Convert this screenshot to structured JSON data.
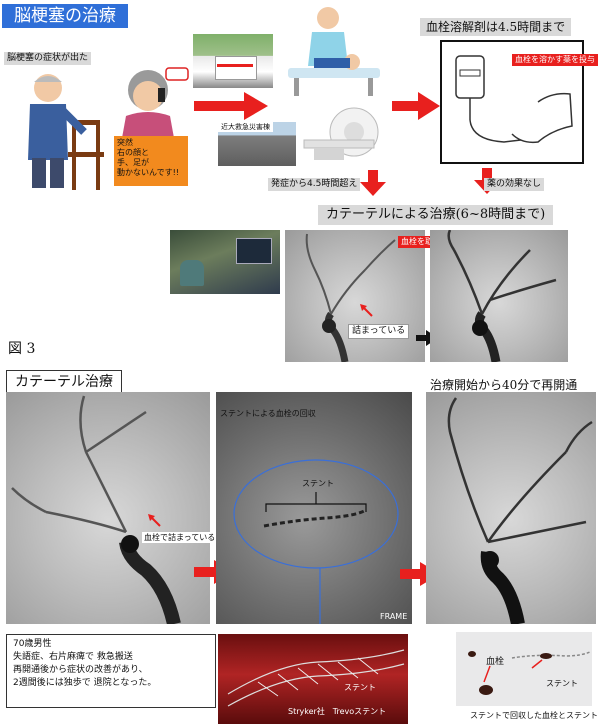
{
  "top": {
    "title": "脳梗塞の治療",
    "symptom_label": "脳梗塞の症状が出た",
    "speech_lines": [
      "突然",
      "右の顔と",
      "手、足が",
      "動かないんです!!"
    ],
    "hospital_label": "近大救急災害棟",
    "tpa_title": "血栓溶解剤は4.5時間まで",
    "tpa_drug_label": "血栓を溶かす薬を投与",
    "onset_label": "発症から4.5時間超え",
    "no_effect_label": "薬の効果なし",
    "catheter_title": "カテーテルによる治療(6~8時間まで)",
    "remove_label": "血栓を取り除く",
    "clogged_label": "詰まっている"
  },
  "figure_label": "図 3",
  "bottom": {
    "section_title": "カテーテル治療",
    "reopen_title": "治療開始から40分で再開通",
    "clot_label": "血栓で詰まっている",
    "retrieval_title": "ステントによる血栓の回収",
    "stent_label": "ステント",
    "frame_text": "FRAME",
    "case_lines": [
      "70歳男性",
      "失語症、右片麻痺で 救急搬送",
      "再開通後から症状の改善があり、",
      "2週間後には独歩で 退院となった。"
    ],
    "stent_photo_label": "ステント",
    "stent_brand": "Stryker社　Trevoステント",
    "clot_photo_label": "血栓",
    "stent_photo2_label": "ステント",
    "retrieved_caption": "ステントで回収した血栓とステント"
  },
  "colors": {
    "accent_blue": "#2f6fd8",
    "arrow_red": "#e8201e",
    "label_gray": "#d9d9d9"
  }
}
